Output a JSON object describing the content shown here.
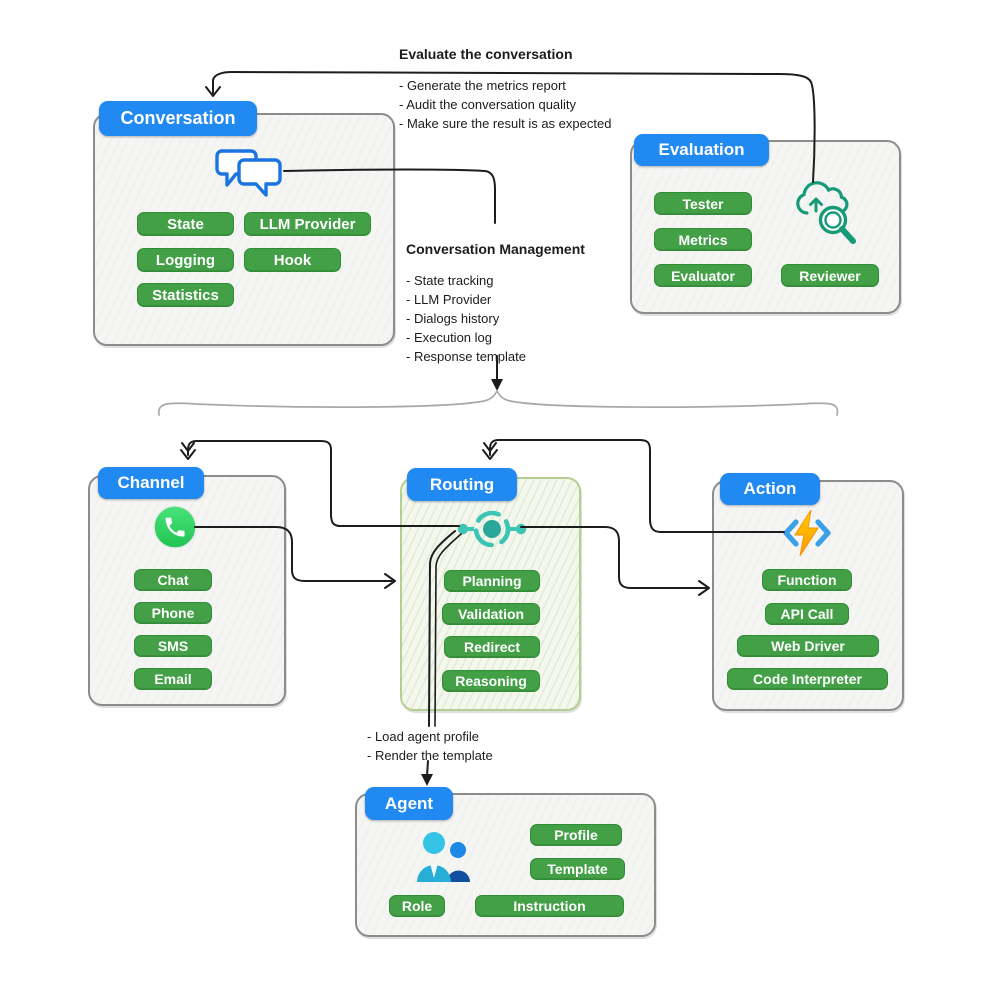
{
  "colors": {
    "header_blue": "#2189f2",
    "pill_green": "#43a047",
    "pill_border": "#2f8d35",
    "line_black": "#1c1c1c",
    "brace_gray": "#a8a8a8",
    "box_border": "#8c8c8c",
    "routing_border": "#b5cf92",
    "whatsapp_green": "#25d366",
    "teal": "#2aa79a",
    "bolt_yellow": "#ffc400",
    "bracket_blue": "#3aa0e8",
    "chat_blue": "#1b75e0",
    "eval_icon_green": "#169a78"
  },
  "annotations": {
    "evaluate": {
      "title": "Evaluate the conversation",
      "bullets": [
        "- Generate the metrics report",
        "- Audit the conversation quality",
        "- Make sure the result is as expected"
      ]
    },
    "management": {
      "title": "Conversation Management",
      "bullets": [
        "- State tracking",
        "- LLM Provider",
        "- Dialogs history",
        "- Execution log",
        "- Response template"
      ]
    },
    "agent_note": {
      "bullets": [
        "- Load agent profile",
        "- Render the template"
      ]
    }
  },
  "boxes": {
    "conversation": {
      "title": "Conversation",
      "icon": "chat-bubbles-icon",
      "pills": [
        "State",
        "LLM Provider",
        "Logging",
        "Hook",
        "Statistics"
      ]
    },
    "evaluation": {
      "title": "Evaluation",
      "icon": "cloud-review-icon",
      "pills": [
        "Tester",
        "Metrics",
        "Evaluator",
        "Reviewer"
      ]
    },
    "channel": {
      "title": "Channel",
      "icon": "whatsapp-icon",
      "pills": [
        "Chat",
        "Phone",
        "SMS",
        "Email"
      ]
    },
    "routing": {
      "title": "Routing",
      "icon": "load-balancer-icon",
      "pills": [
        "Planning",
        "Validation",
        "Redirect",
        "Reasoning"
      ]
    },
    "action": {
      "title": "Action",
      "icon": "function-bolt-icon",
      "pills": [
        "Function",
        "API Call",
        "Web Driver",
        "Code Interpreter"
      ]
    },
    "agent": {
      "title": "Agent",
      "icon": "team-users-icon",
      "pills": [
        "Profile",
        "Template",
        "Role",
        "Instruction"
      ]
    }
  }
}
